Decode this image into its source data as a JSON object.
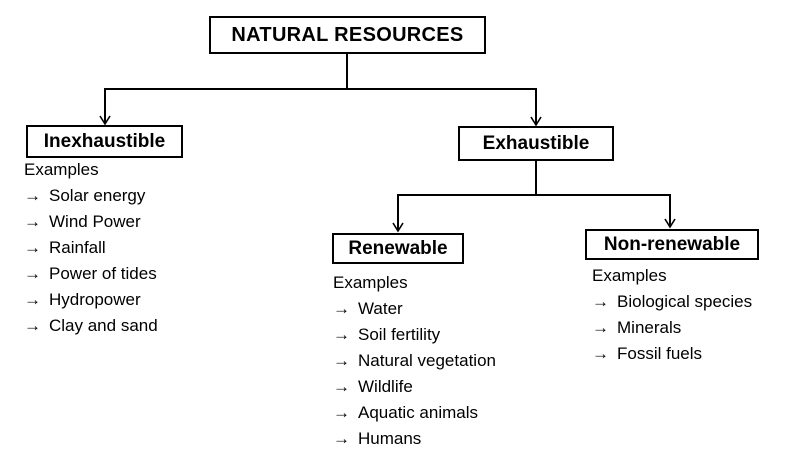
{
  "diagram": {
    "arrow_prefix": "→",
    "root": {
      "label": "NATURAL RESOURCES"
    },
    "inexhaustible": {
      "label": "Inexhaustible",
      "examples_title": "Examples",
      "items": [
        "Solar energy",
        "Wind Power",
        "Rainfall",
        "Power of tides",
        "Hydropower",
        "Clay and sand"
      ]
    },
    "exhaustible": {
      "label": "Exhaustible"
    },
    "renewable": {
      "label": "Renewable",
      "examples_title": "Examples",
      "items": [
        "Water",
        "Soil fertility",
        "Natural vegetation",
        "Wildlife",
        "Aquatic animals",
        "Humans"
      ]
    },
    "non_renewable": {
      "label": "Non-renewable",
      "examples_title": "Examples",
      "items": [
        "Biological species",
        "Minerals",
        "Fossil fuels"
      ]
    }
  },
  "colors": {
    "background": "#ffffff",
    "line": "#000000",
    "box_border": "#000000",
    "box_fill": "#ffffff",
    "text": "#000000"
  }
}
